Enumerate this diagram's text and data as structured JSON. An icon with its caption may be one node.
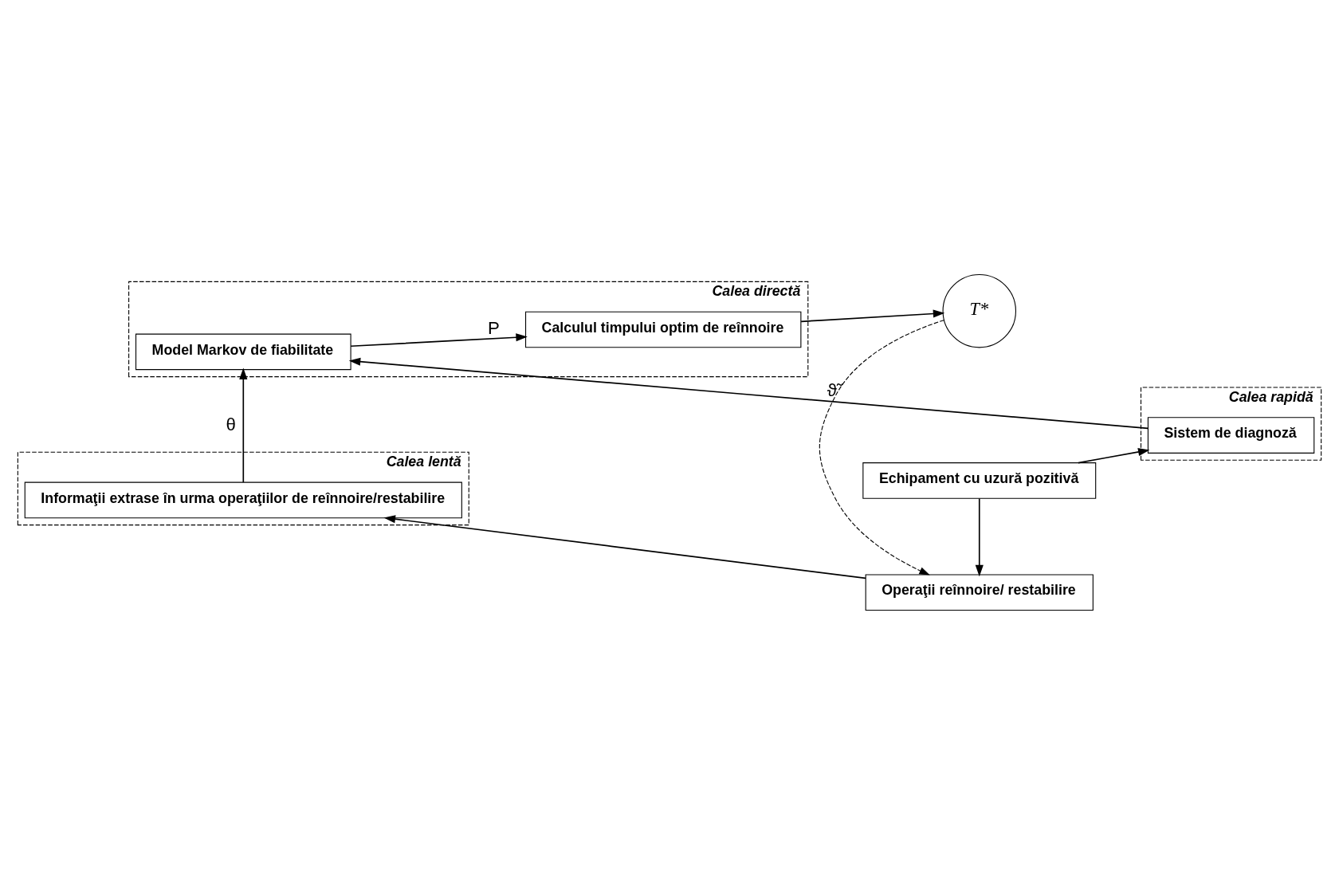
{
  "diagram": {
    "nodes": [
      {
        "text": [
          "Calea directă"
        ]
      },
      {
        "text": [
          "Model Markov de fiabilitate"
        ],
        "in": 0
      },
      {
        "text": [
          "Calculul timpului optim de reînnoire"
        ],
        "in": 0
      },
      {
        "text": [
          "Calea rapidă"
        ]
      },
      {
        "text": [
          "Sistem de diagnoză"
        ],
        "in": 3
      },
      {
        "text": [
          "Calea lentă"
        ]
      },
      {
        "text": [
          "Informaţii extrase în urma operaţiilor de reînnoire/restabilire"
        ],
        "in": 5
      },
      {
        "text": [
          "Echipament cu uzură pozitivă"
        ]
      },
      {
        "text": [
          "Operaţii reînnoire/ restabilire"
        ]
      },
      {
        "text": [
          "T*"
        ]
      }
    ],
    "edges": [
      {
        "from": 6,
        "to": 1,
        "arrow": "to",
        "label": "θ"
      },
      {
        "from": 1,
        "to": 2,
        "arrow": "to",
        "label": "P"
      },
      {
        "from": 2,
        "to": 9,
        "arrow": "to"
      },
      {
        "from": 9,
        "to": 8,
        "arrow": "to",
        "style": "dashed"
      },
      {
        "from": 4,
        "to": 1,
        "arrow": "to",
        "label": "ϑ̃"
      },
      {
        "from": 7,
        "to": 4,
        "arrow": "to"
      },
      {
        "from": 7,
        "to": 8,
        "arrow": "to"
      },
      {
        "from": 8,
        "to": 6,
        "arrow": "to"
      }
    ]
  }
}
